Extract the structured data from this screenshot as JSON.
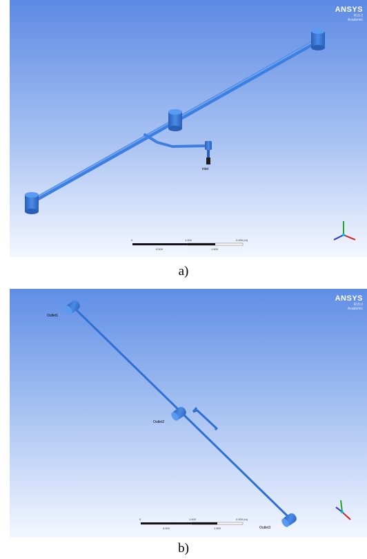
{
  "figure": {
    "panel_a": {
      "caption": "a)",
      "logo": "ANSYS",
      "logo_version": "R15.0",
      "logo_sub": "Academic",
      "inlet_label": "inlet",
      "scale_labels": [
        "0",
        "1.000",
        "2.000 (m)",
        "0.500",
        "1.500"
      ]
    },
    "panel_b": {
      "caption": "b)",
      "logo": "ANSYS",
      "logo_version": "R15.0",
      "logo_sub": "Academic",
      "outlet_labels": [
        "Outlet1",
        "Outlet2",
        "Outlet3"
      ],
      "scale_labels": [
        "0",
        "1.000",
        "2.000 (m)",
        "0.500",
        "1.500"
      ]
    }
  },
  "colors": {
    "background_top": "#5f8de6",
    "background_bottom": "#f2f6ff",
    "pipe": "#3d7fe0",
    "pipe_dark": "#2a5fb8"
  }
}
